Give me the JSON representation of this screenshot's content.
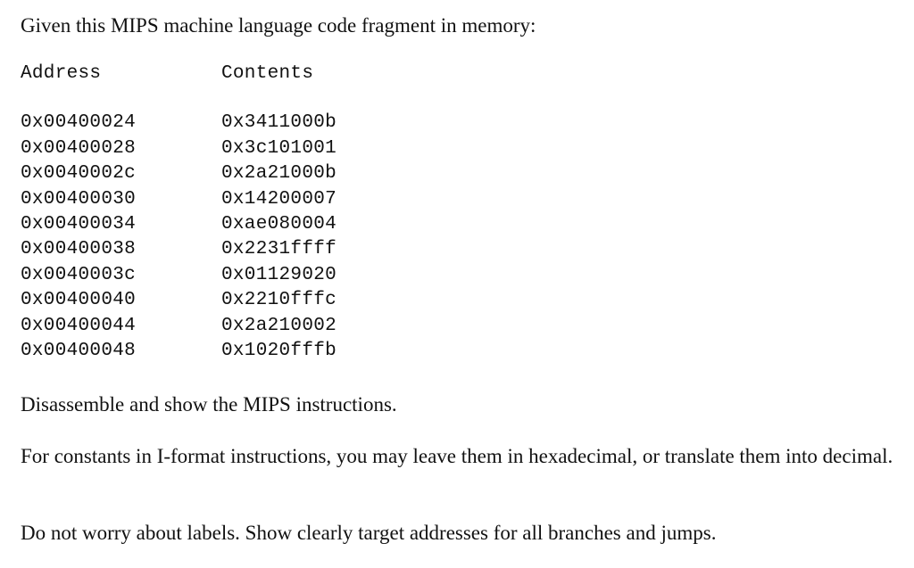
{
  "intro": "Given this MIPS machine language code fragment in memory:",
  "table": {
    "header_address": "Address",
    "header_contents": "Contents",
    "rows": [
      {
        "address": "0x00400024",
        "contents": "0x3411000b"
      },
      {
        "address": "0x00400028",
        "contents": "0x3c101001"
      },
      {
        "address": "0x0040002c",
        "contents": "0x2a21000b"
      },
      {
        "address": "0x00400030",
        "contents": "0x14200007"
      },
      {
        "address": "0x00400034",
        "contents": "0xae080004"
      },
      {
        "address": "0x00400038",
        "contents": "0x2231ffff"
      },
      {
        "address": "0x0040003c",
        "contents": "0x01129020"
      },
      {
        "address": "0x00400040",
        "contents": "0x2210fffc"
      },
      {
        "address": "0x00400044",
        "contents": "0x2a210002"
      },
      {
        "address": "0x00400048",
        "contents": "0x1020fffb"
      }
    ]
  },
  "para1": "Disassemble and show the MIPS instructions.",
  "para2": "For constants in I-format instructions, you may leave them in hexadecimal, or translate them into decimal.",
  "para3": "Do not worry about labels. Show clearly target addresses for all branches and jumps."
}
